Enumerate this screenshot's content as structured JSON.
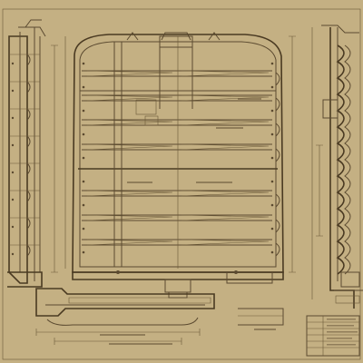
{
  "sheet": {
    "title_block_lines": [
      "",
      "",
      "",
      "",
      "",
      ""
    ]
  },
  "colors": {
    "paper": "#c9b58a",
    "ink": "#5b4a30"
  },
  "views": [
    {
      "name": "side-section-left"
    },
    {
      "name": "end-elevation-center"
    },
    {
      "name": "cross-section-right"
    },
    {
      "name": "base-detail-bottom"
    },
    {
      "name": "title-block"
    }
  ]
}
